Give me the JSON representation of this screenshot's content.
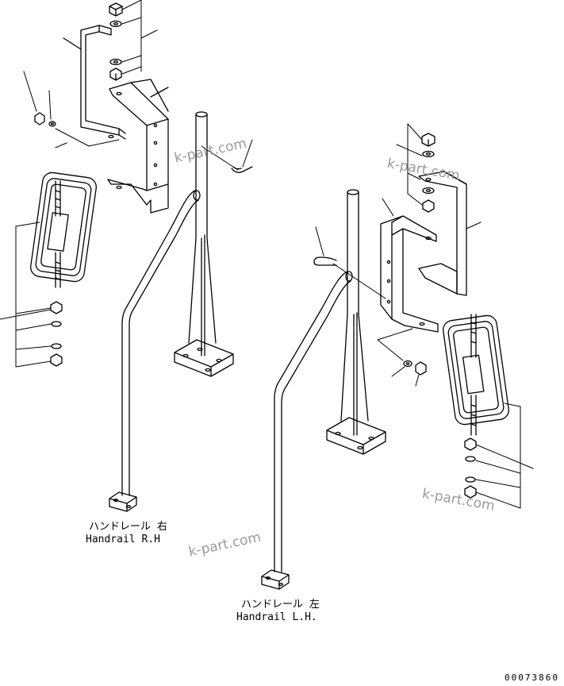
{
  "labels": {
    "rh_jp": "ハンドレール 右",
    "rh_en": "Handrail R.H",
    "lh_jp": "ハンドレール 左",
    "lh_en": "Handrail L.H."
  },
  "watermarks": [
    "k-part.com",
    "k-part.com",
    "k-part.com",
    "k-part.com"
  ],
  "drawing_code": "00073860",
  "colors": {
    "line": "#000000",
    "watermark": "#9a9a9a",
    "background": "#ffffff"
  }
}
